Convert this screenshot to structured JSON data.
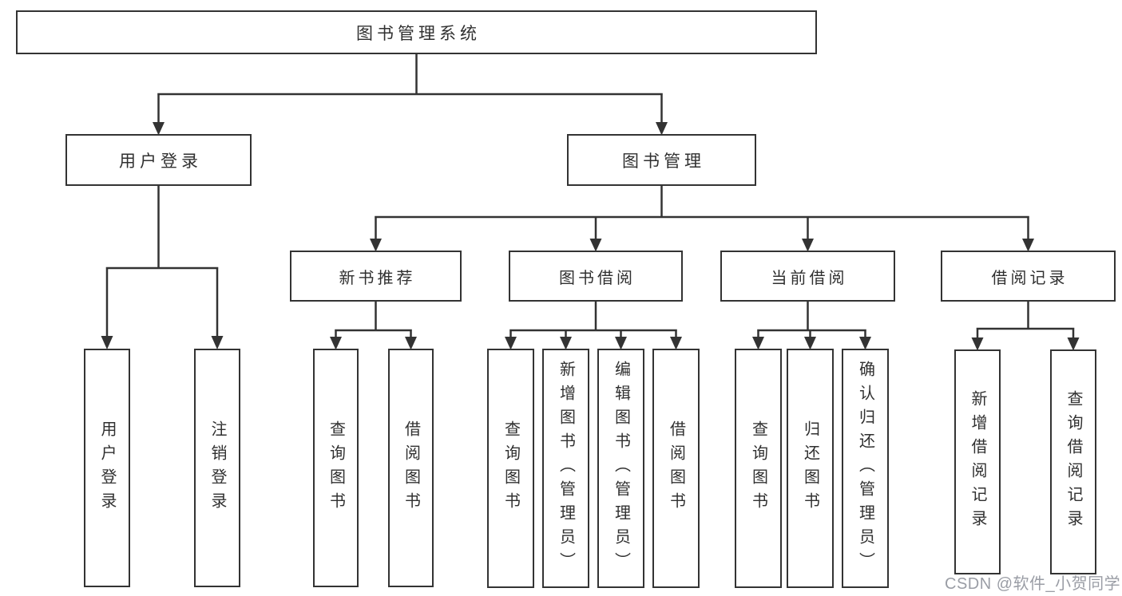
{
  "diagram": {
    "type": "tree-structure-chart",
    "colors": {
      "line": "#333333",
      "box_border": "#333333",
      "box_fill": "#ffffff",
      "text": "#303030",
      "watermark": "#9a9da5",
      "background": "#ffffff"
    },
    "nodes": {
      "root": "图书管理系统",
      "user_login": "用户登录",
      "book_management": "图书管理",
      "login": "用户登录",
      "logout": "注销登录",
      "new_book_recommend": "新书推荐",
      "book_borrow": "图书借阅",
      "current_borrow": "当前借阅",
      "borrow_records": "借阅记录",
      "nb_query_books": "查询图书",
      "nb_borrow_books": "借阅图书",
      "bb_query_books": "查询图书",
      "bb_add_books_admin": "新增图书（管理员）",
      "bb_edit_books_admin": "编辑图书（管理员）",
      "bb_borrow_books": "借阅图书",
      "cb_query_books": "查询图书",
      "cb_return_books": "归还图书",
      "cb_confirm_return_admin": "确认归还（管理员）",
      "br_add_record": "新增借阅记录",
      "br_query_record": "查询借阅记录"
    },
    "hierarchy": {
      "root": [
        "user_login",
        "book_management"
      ],
      "user_login": [
        "login",
        "logout"
      ],
      "book_management": [
        "new_book_recommend",
        "book_borrow",
        "current_borrow",
        "borrow_records"
      ],
      "new_book_recommend": [
        "nb_query_books",
        "nb_borrow_books"
      ],
      "book_borrow": [
        "bb_query_books",
        "bb_add_books_admin",
        "bb_edit_books_admin",
        "bb_borrow_books"
      ],
      "current_borrow": [
        "cb_query_books",
        "cb_return_books",
        "cb_confirm_return_admin"
      ],
      "borrow_records": [
        "br_add_record",
        "br_query_record"
      ]
    },
    "watermark": "CSDN @软件_小贺同学"
  }
}
